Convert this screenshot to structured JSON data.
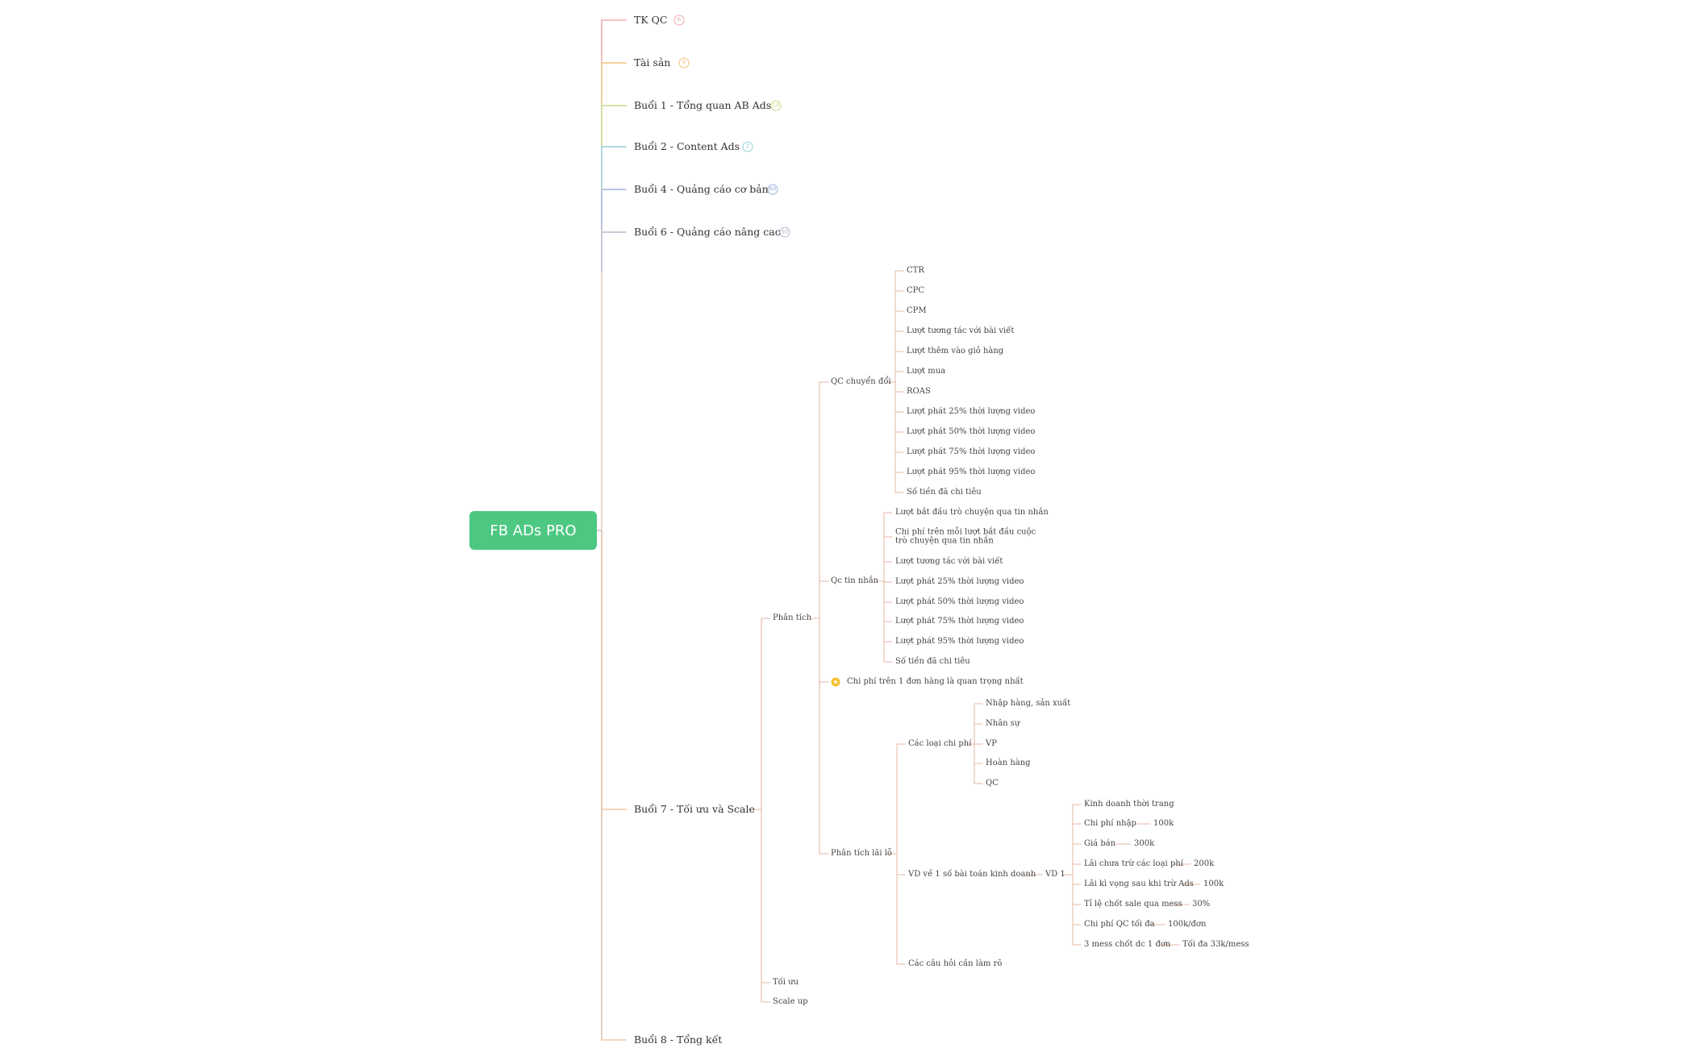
{
  "root": {
    "label": "FB ADs PRO"
  },
  "level1": [
    {
      "id": "tkqc",
      "label": "TK QC",
      "badge": "6",
      "color": "#f0a8b0"
    },
    {
      "id": "taisan",
      "label": "Tài sản",
      "badge": "6",
      "color": "#f2c27a"
    },
    {
      "id": "buoi1",
      "label": "Buổi 1 - Tổng quan AB Ads",
      "badge": "10",
      "color": "#c9d98a"
    },
    {
      "id": "buoi2",
      "label": "Buổi 2 - Content Ads",
      "badge": "2",
      "color": "#8fd0d6"
    },
    {
      "id": "buoi4",
      "label": "Buổi 4 - Quảng cáo cơ bản",
      "badge": "60",
      "color": "#9fb3dc"
    },
    {
      "id": "buoi6",
      "label": "Buổi 6 - Quảng cáo nâng cao",
      "badge": "50",
      "color": "#b8b8cc"
    },
    {
      "id": "buoi7",
      "label": "Buổi 7 - Tối ưu và Scale",
      "badge": "",
      "color": "#f2c9a8"
    },
    {
      "id": "buoi8",
      "label": "Buổi 8 - Tổng kết",
      "badge": "",
      "color": "#f2c9a8"
    }
  ],
  "buoi7": {
    "phan_tich": "Phân tích",
    "toi_uu": "Tối ưu",
    "scale_up": "Scale up",
    "qc_chuyen_doi": {
      "label": "QC chuyển đổi",
      "items": [
        "CTR",
        "CPC",
        "CPM",
        "Lượt tương tác với bài viết",
        "Lượt thêm vào giỏ hàng",
        "Lượt mua",
        "ROAS",
        "Lượt phát 25% thời lượng video",
        "Lượt phát 50% thời lượng video",
        "Lượt phát 75% thời lượng video",
        "Lượt phát 95% thời lượng video",
        "Số tiền đã chi tiêu"
      ]
    },
    "qc_tin_nhan": {
      "label": "Qc tin nhắn",
      "items": [
        "Lượt bắt đầu trò chuyện qua tin nhắn",
        "Chi phí trên mỗi lượt bắt đầu cuộc trò chuyện qua tin nhắn",
        "Lượt tương tác với bài viết",
        "Lượt phát 25% thời lượng video",
        "Lượt phát 50% thời lượng video",
        "Lượt phát 75% thời lượng video",
        "Lượt phát 95% thời lượng video",
        "Số tiền đã chi tiêu"
      ]
    },
    "note": "Chi phí trên 1 đơn hàng là quan trọng nhất",
    "phan_tich_lai_lo": {
      "label": "Phân tích lãi lỗ",
      "cac_loai_chi_phi": {
        "label": "Các loại chi phí",
        "items": [
          "Nhập hàng, sản xuất",
          "Nhân sự",
          "VP",
          "Hoàn hàng",
          "QC"
        ]
      },
      "vd": {
        "label": "VD về 1 số bài toán kinh doanh",
        "vd1": "VD 1",
        "items": [
          {
            "label": "Kinh doanh thời trang",
            "value": ""
          },
          {
            "label": "Chi phí nhập",
            "value": "100k"
          },
          {
            "label": "Giá bán",
            "value": "300k"
          },
          {
            "label": "Lãi chưa trừ các loại phí",
            "value": "200k"
          },
          {
            "label": "Lãi kì vọng sau khi trừ Ads",
            "value": "100k"
          },
          {
            "label": "Tỉ lệ chốt sale qua mess",
            "value": "30%"
          },
          {
            "label": "Chi phí QC tối đa",
            "value": "100k/đơn"
          },
          {
            "label": "3 mess chốt dc 1 đơn",
            "value": "Tối đa 33k/mess"
          }
        ]
      },
      "cau_hoi": "Các câu hỏi cần làm rõ"
    }
  }
}
